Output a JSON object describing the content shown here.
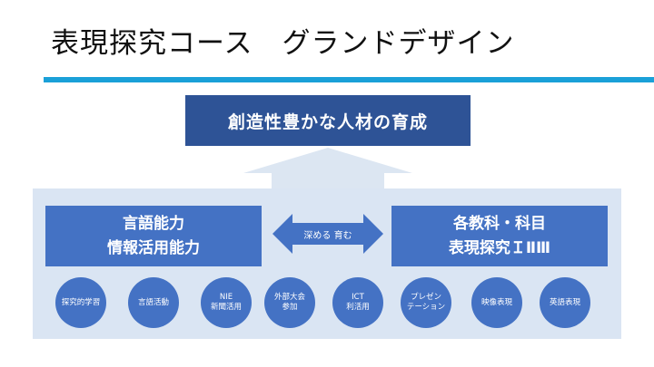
{
  "title": "表現探究コース　グランドデザイン",
  "goal": "創造性豊かな人材の育成",
  "left_box": {
    "line1": "言語能力",
    "line2": "情報活用能力"
  },
  "right_box": {
    "line1": "各教科・科目",
    "line2": "表現探究ＩⅡⅢ"
  },
  "arrow_label": "深める 育む",
  "activities": [
    {
      "line1": "探究的学習",
      "line2": ""
    },
    {
      "line1": "言語活動",
      "line2": ""
    },
    {
      "line1": "NIE",
      "line2": "新聞活用"
    },
    {
      "line1": "外部大会",
      "line2": "参加"
    },
    {
      "line1": "ICT",
      "line2": "利活用"
    },
    {
      "line1": "プレゼン",
      "line2": "テーション"
    },
    {
      "line1": "映像表現",
      "line2": ""
    },
    {
      "line1": "英語表現",
      "line2": ""
    }
  ],
  "colors": {
    "goal_box": "#2e5396",
    "boxes": "#4472c4",
    "panel": "#dae5f3",
    "up_arrow": "#dce6f2",
    "title_rule": "#1aa0d8"
  }
}
